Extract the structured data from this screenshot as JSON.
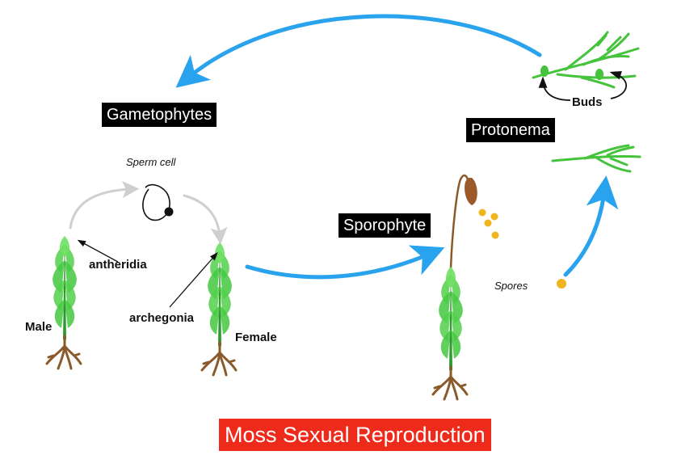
{
  "title": "Moss Sexual Reproduction",
  "stages": {
    "gametophytes": "Gametophytes",
    "protonema": "Protonema",
    "sporophyte": "Sporophyte"
  },
  "labels": {
    "sperm_cell": "Sperm cell",
    "antheridia": "antheridia",
    "archegonia": "archegonia",
    "male": "Male",
    "female": "Female",
    "spores": "Spores",
    "buds": "Buds"
  },
  "colors": {
    "cycle_arrow": "#2aa3ee",
    "sperm_arrow": "#cfcfcf",
    "plant_green": "#3ec33e",
    "root_brown": "#8a5a2b",
    "spore_yellow": "#f0b41e",
    "title_red": "#ee2a1b"
  }
}
